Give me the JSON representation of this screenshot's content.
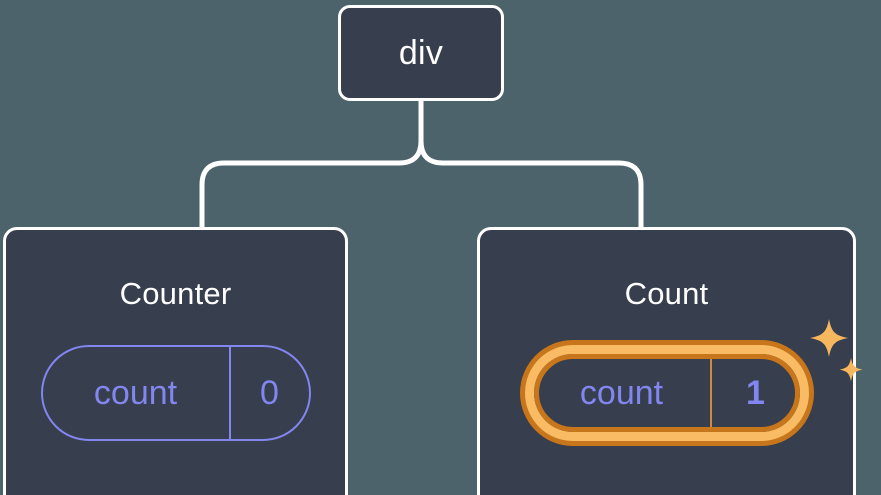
{
  "theme": {
    "background": "#4c636b",
    "node_fill": "#373e4d",
    "node_border": "#ffffff",
    "connector": "#ffffff",
    "prop_accent": "#8286ef",
    "highlight_inner": "#f9bb63",
    "highlight_outer": "#c8761b",
    "sparkle": "#f7b75e"
  },
  "tree": {
    "root": {
      "title": "div"
    },
    "children": [
      {
        "title": "Counter",
        "highlighted": false,
        "prop": {
          "key": "count",
          "value": "0"
        }
      },
      {
        "title": "Count",
        "highlighted": true,
        "prop": {
          "key": "count",
          "value": "1"
        },
        "sparkle_large": "sparkle-large-icon",
        "sparkle_small": "sparkle-small-icon"
      }
    ]
  }
}
